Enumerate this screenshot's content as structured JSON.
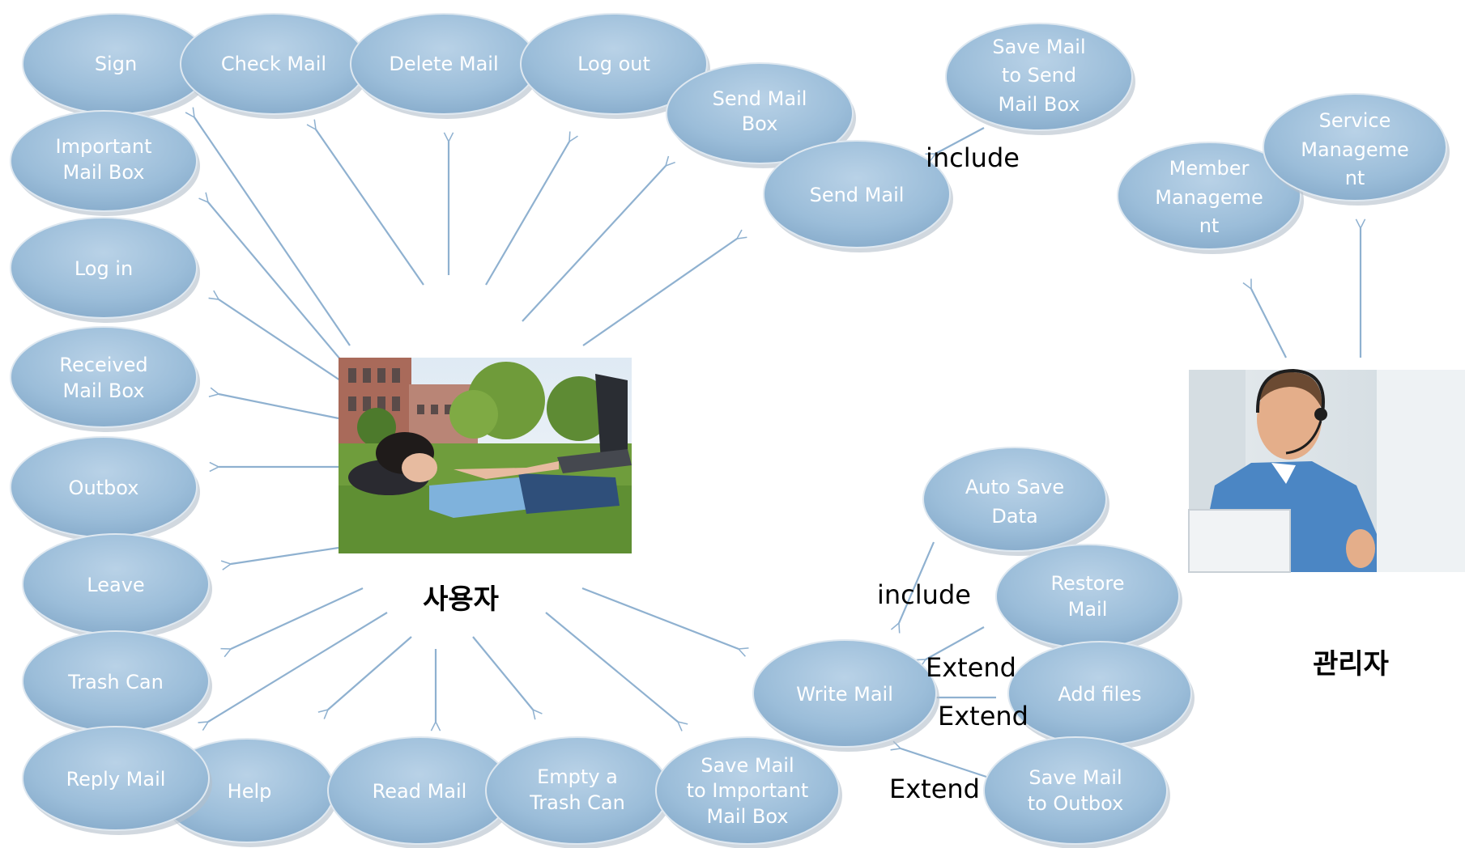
{
  "actors": {
    "user": {
      "label": "사용자",
      "image": "student-lying-on-grass-with-laptop"
    },
    "admin": {
      "label": "관리자",
      "image": "man-with-headset-at-laptop"
    }
  },
  "use_cases": {
    "sign": "Sign",
    "check_mail": "Check Mail",
    "delete_mail": "Delete Mail",
    "log_out": "Log out",
    "send_mail_box": [
      "Send Mail",
      "Box"
    ],
    "save_mail_to_send_mail_box": [
      "Save Mail",
      "to Send",
      "Mail Box"
    ],
    "send_mail": "Send Mail",
    "important_mail_box": [
      "Important",
      "Mail Box"
    ],
    "log_in": "Log in",
    "received_mail_box": [
      "Received",
      "Mail Box"
    ],
    "outbox": "Outbox",
    "leave": "Leave",
    "trash_can": "Trash Can",
    "reply_mail": "Reply Mail",
    "help": "Help",
    "read_mail": "Read Mail",
    "empty_trash_can": [
      "Empty a",
      "Trash Can"
    ],
    "save_mail_to_important_mail_box": [
      "Save Mail",
      "to Important",
      "Mail Box"
    ],
    "write_mail": "Write Mail",
    "auto_save_data": [
      "Auto Save",
      "Data"
    ],
    "restore_mail": [
      "Restore",
      "Mail"
    ],
    "add_files": "Add files",
    "save_mail_to_outbox": [
      "Save Mail",
      "to Outbox"
    ],
    "member_management": [
      "Member",
      "Manageme",
      "nt"
    ],
    "service_management": [
      "Service",
      "Manageme",
      "nt"
    ]
  },
  "relations": {
    "include_send": "include",
    "include_write": "include",
    "extend_restore": "Extend",
    "extend_add_files": "Extend",
    "extend_save_outbox": "Extend"
  },
  "colors": {
    "ellipse_fill": "#9bbdd9",
    "ellipse_highlight": "#c3d9eb",
    "ellipse_shadow": "#aeb8c2",
    "arrow": "#8fb1d0",
    "label_text": "#ffffff",
    "relation_text": "#000000"
  }
}
